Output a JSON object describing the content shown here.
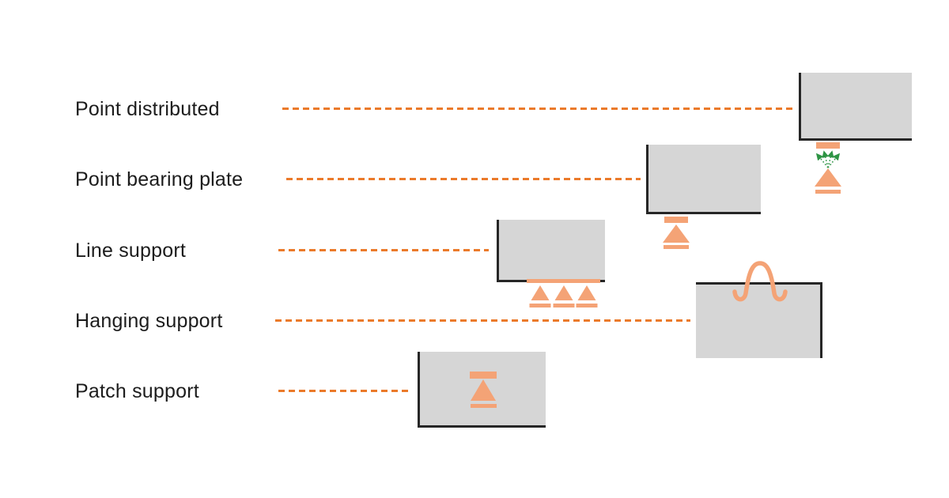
{
  "diagram": {
    "rows": [
      {
        "label": "Point distributed",
        "symbol": "plate-with-green-distributed-arrows-and-pin"
      },
      {
        "label": "Point bearing plate",
        "symbol": "bearing-plate-with-pin"
      },
      {
        "label": "Line support",
        "symbol": "row-of-three-pins"
      },
      {
        "label": "Hanging support",
        "symbol": "hanging-hook"
      },
      {
        "label": "Patch support",
        "symbol": "embedded-pin-patch"
      }
    ],
    "colors": {
      "leader_dash_orange": "#EB7A2A",
      "support_symbol_orange": "#F4A376",
      "distributed_arrow_green": "#2E9444",
      "slab_fill_gray": "#D6D6D6",
      "slab_edge_black": "#262626",
      "label_text": "#1C1C1C",
      "background": "#FFFFFF"
    }
  }
}
